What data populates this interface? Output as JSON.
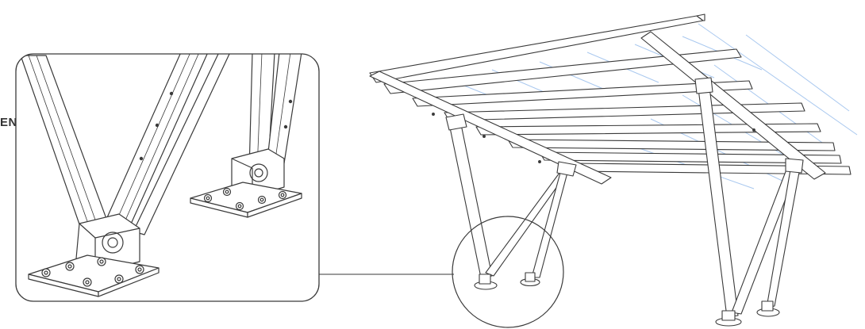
{
  "edge_text": "EN",
  "colors": {
    "line": "#3a3a3a",
    "light_line": "#8a8a8a",
    "panel_blue": "#a9c8ef",
    "background": "#ffffff"
  },
  "parts": {
    "detail_callout": "zoomed-view-of-leg-base-plates",
    "main_drawing": "solar-carport-frame",
    "focus_circle": "magnifier-circle-around-leg-bases"
  }
}
